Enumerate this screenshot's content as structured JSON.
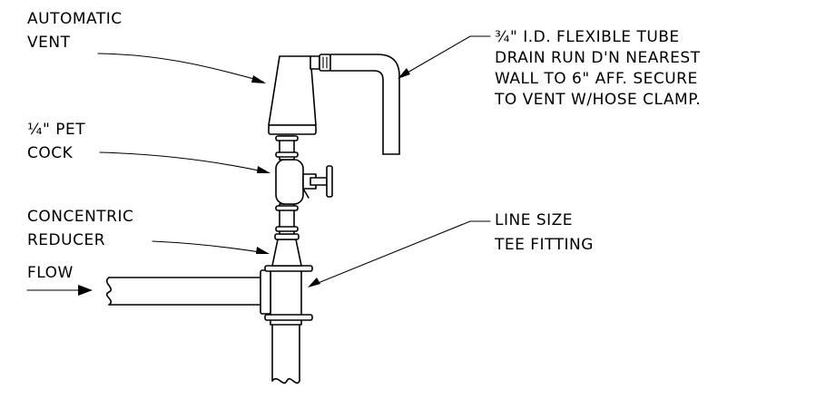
{
  "labels": {
    "automatic_vent": [
      "AUTOMATIC",
      "VENT"
    ],
    "flexible_tube": [
      "¾\" I.D. FLEXIBLE TUBE",
      "DRAIN RUN D'N NEAREST",
      "WALL TO 6\" AFF.  SECURE",
      "TO VENT W/HOSE CLAMP."
    ],
    "pet_cock": [
      "¼\" PET",
      "COCK"
    ],
    "concentric_reducer": [
      "CONCENTRIC",
      "REDUCER"
    ],
    "flow": "FLOW",
    "tee_fitting": [
      "LINE SIZE",
      "TEE FITTING"
    ]
  },
  "colors": {
    "ink": "#000000",
    "background": "#ffffff"
  }
}
